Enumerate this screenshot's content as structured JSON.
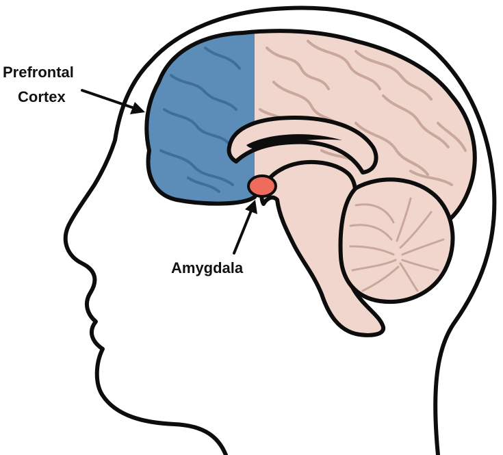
{
  "labels": {
    "prefrontal_line1": "Prefrontal",
    "prefrontal_line2": "Cortex",
    "amygdala": "Amygdala"
  },
  "colors": {
    "background": "#ffffff",
    "outline": "#0d0d0d",
    "prefrontal_cortex": "#5b8db8",
    "brain_tissue": "#f0d6cc",
    "amygdala": "#ef6b5b",
    "gyri_lines": "#c9a79b"
  },
  "parts": [
    "head-silhouette",
    "brain",
    "prefrontal-cortex",
    "corpus-callosum",
    "brainstem",
    "cerebellum",
    "amygdala"
  ]
}
